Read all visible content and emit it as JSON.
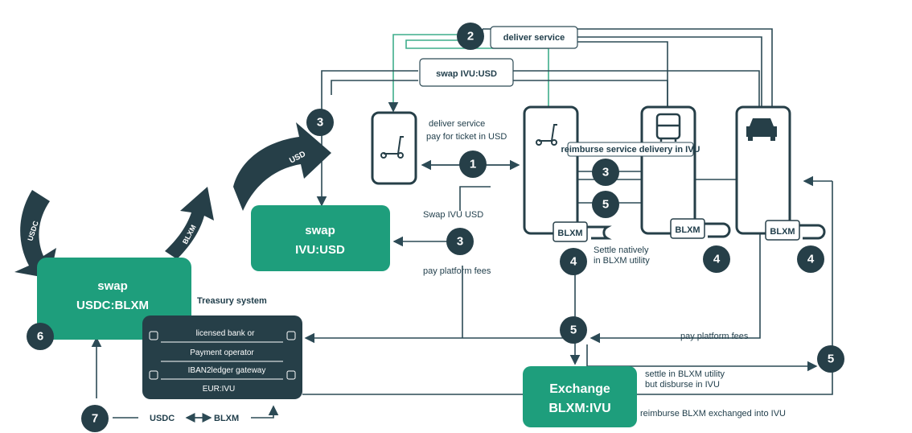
{
  "colors": {
    "dark": "#263f48",
    "green": "#1e9e7c",
    "line": "#2c4a55",
    "green_line": "#3fae8c",
    "white": "#ffffff"
  },
  "icons": {
    "scooter": "scooter-icon",
    "bus": "bus-icon",
    "car": "car-icon"
  },
  "labels": {
    "deliver_service_top": "deliver service",
    "swap_ivu_usd_top": "swap IVU:USD",
    "deliver_service": "deliver service",
    "pay_for_ticket": "pay for ticket in USD",
    "reimburse_service": "reimburse service delivery in IVU",
    "swap_ivu_usd_small": "Swap IVU USD",
    "pay_platform_fees_left": "pay platform fees",
    "settle_natively_1": "Settle natively",
    "settle_natively_2": "in BLXM utility",
    "pay_platform_fees_right": "pay platform fees",
    "settle_blxm_1": "settle in BLXM utility",
    "settle_blxm_2": "but disburse in IVU",
    "reimburse_blxm": "reimburse BLXM exchanged into IVU",
    "treasury_system": "Treasury system",
    "usdc_flow": "USDC",
    "blxm_flow": "BLXM"
  },
  "arrows": {
    "usd": "USD",
    "usdc": "USDC",
    "blxm": "BLXM"
  },
  "boxes": {
    "swap_ivu_usd_title": "swap",
    "swap_ivu_usd_sub": "IVU:USD",
    "swap_usdc_blxm_title": "swap",
    "swap_usdc_blxm_sub": "USDC:BLXM",
    "exchange_title": "Exchange",
    "exchange_sub": "BLXM:IVU"
  },
  "treasury": {
    "line1": "licensed bank or",
    "line2": "Payment operator",
    "line3": "IBAN2ledger gateway",
    "line4": "EUR:IVU"
  },
  "blxm_tags": {
    "tag1": "BLXM",
    "tag2": "BLXM",
    "tag3": "BLXM"
  },
  "steps": {
    "s2": "2",
    "s3a": "3",
    "s1": "1",
    "s3b": "3",
    "s5a": "5",
    "s3c": "3",
    "s4a": "4",
    "s4b": "4",
    "s4c": "4",
    "s5b": "5",
    "s5c": "5",
    "s6": "6",
    "s7": "7"
  }
}
